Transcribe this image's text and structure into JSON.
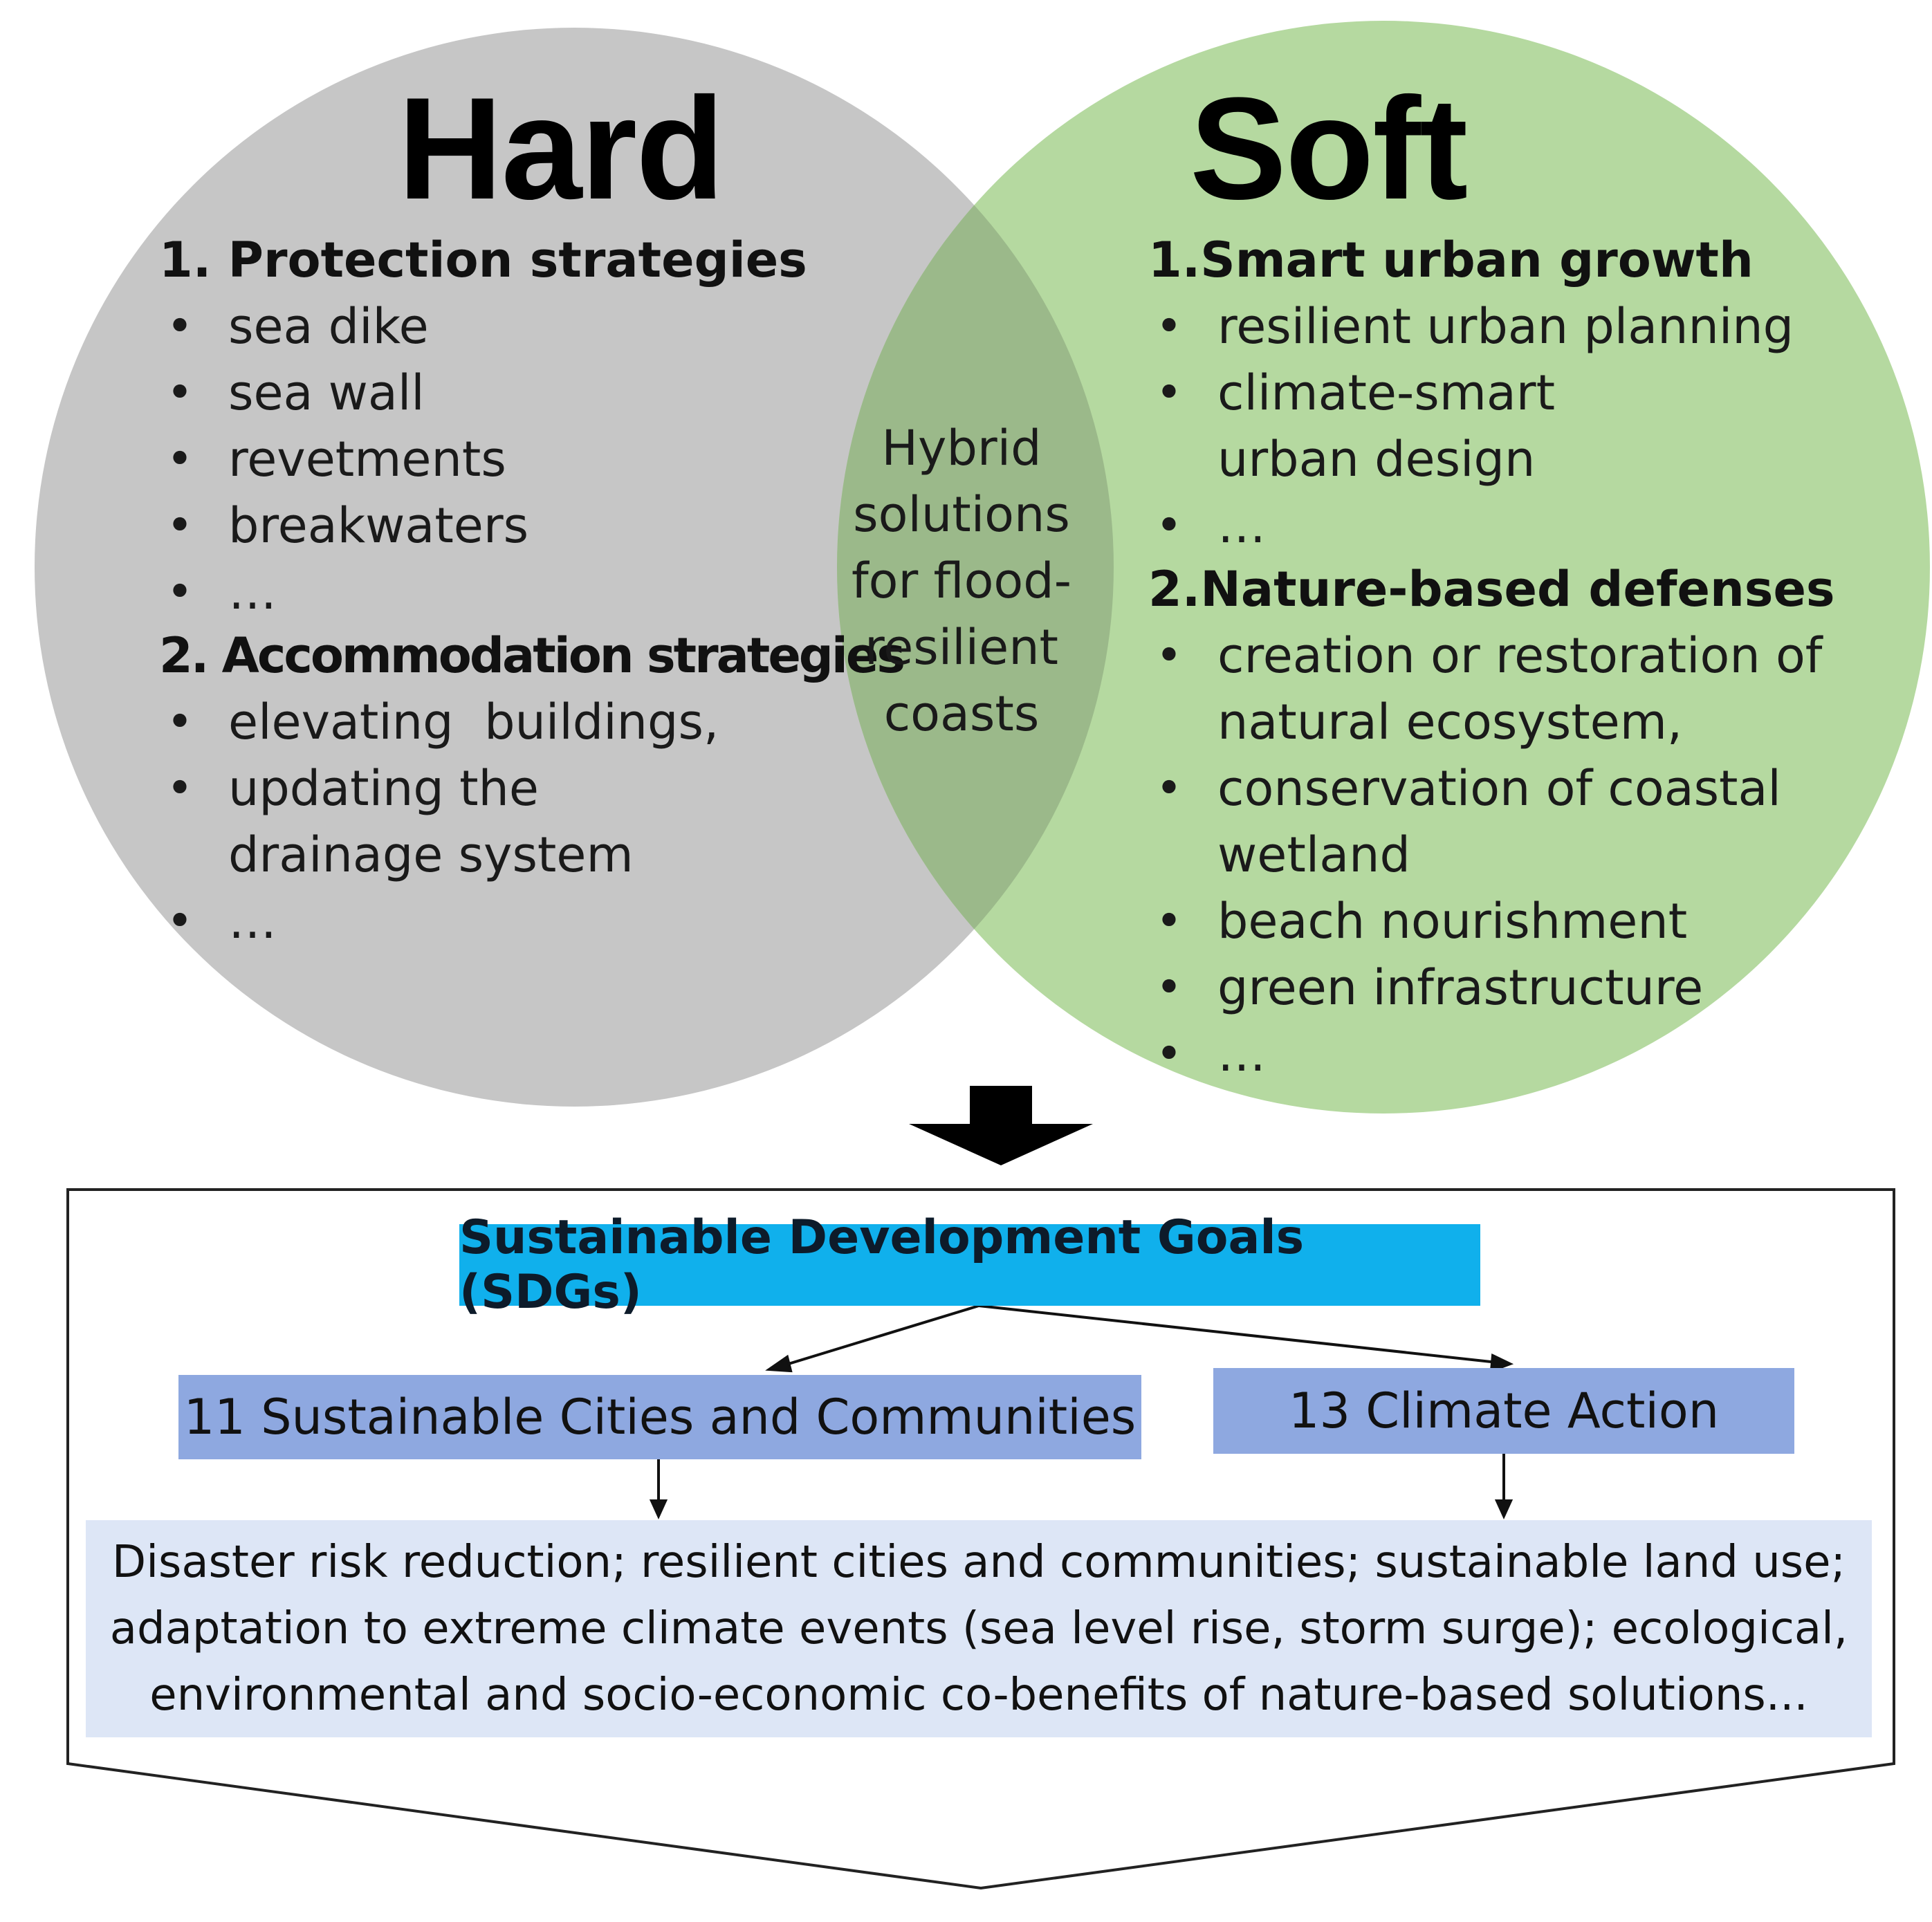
{
  "venn": {
    "hard": {
      "title": "Hard",
      "color": "#c6c6c6",
      "sections": [
        {
          "heading": "1. Protection strategies",
          "items": [
            "sea dike",
            "sea wall",
            "revetments",
            "breakwaters",
            "…"
          ]
        },
        {
          "heading": "2. Accommodation strategies",
          "items": [
            "elevating  buildings,",
            "updating the drainage system",
            "…"
          ]
        }
      ]
    },
    "soft": {
      "title": "Soft",
      "color": "#b5d9a0",
      "sections": [
        {
          "heading": "1.Smart urban growth",
          "items": [
            "resilient urban planning",
            "climate-smart urban design",
            "…"
          ]
        },
        {
          "heading": "2.Nature-based defenses",
          "items": [
            "creation or restoration of natural ecosystem,",
            "conservation of coastal wetland",
            "beach nourishment",
            "green infrastructure",
            "…"
          ]
        }
      ]
    },
    "overlap": {
      "lines": [
        "Hybrid",
        "solutions",
        "for flood-",
        "resilient",
        "coasts"
      ],
      "color": "#9bb98a"
    },
    "bullet_symbol": "•"
  },
  "sdg": {
    "title": "Sustainable Development Goals (SDGs)",
    "title_color": "#10b0ec",
    "goals": [
      {
        "label": "11 Sustainable Cities and Communities"
      },
      {
        "label": "13 Climate Action"
      }
    ],
    "goal_color": "#8ea8e0",
    "outcome_lines": [
      "Disaster risk reduction; resilient cities and communities; sustainable land use;",
      "adaptation to extreme climate events (sea level rise, storm surge); ecological,",
      "environmental and socio-economic co-benefits of nature-based solutions..."
    ],
    "outcome_color": "#dde6f6"
  }
}
